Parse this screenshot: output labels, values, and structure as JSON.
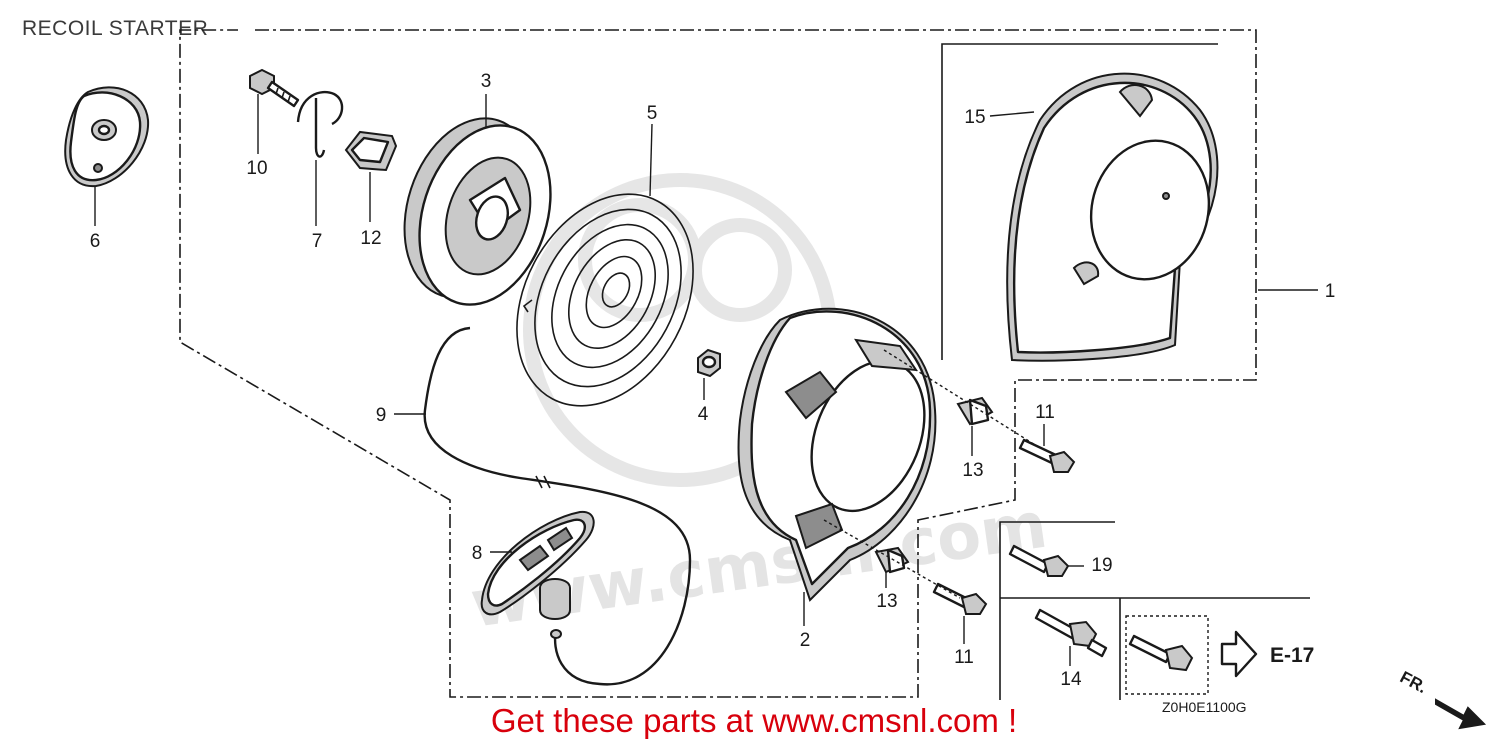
{
  "diagram": {
    "title": "RECOIL STARTER",
    "parts": [
      {
        "ref": "1"
      },
      {
        "ref": "2"
      },
      {
        "ref": "3"
      },
      {
        "ref": "4"
      },
      {
        "ref": "5"
      },
      {
        "ref": "6"
      },
      {
        "ref": "7"
      },
      {
        "ref": "8"
      },
      {
        "ref": "9"
      },
      {
        "ref": "10"
      },
      {
        "ref": "11"
      },
      {
        "ref": "11"
      },
      {
        "ref": "12"
      },
      {
        "ref": "13"
      },
      {
        "ref": "13"
      },
      {
        "ref": "14"
      },
      {
        "ref": "15"
      },
      {
        "ref": "19"
      }
    ],
    "cross_reference": "E-17",
    "drawing_code": "Z0H0E1100G",
    "direction_marker": "FR.",
    "watermark": "www.cmsnl.com"
  },
  "banner": {
    "text": "Get these parts at www.cmsnl.com !",
    "color": "#d8000c"
  },
  "colors": {
    "line": "#1a1a1a",
    "shade": "#c9c9c9",
    "watermark": "#e4e4e4"
  }
}
